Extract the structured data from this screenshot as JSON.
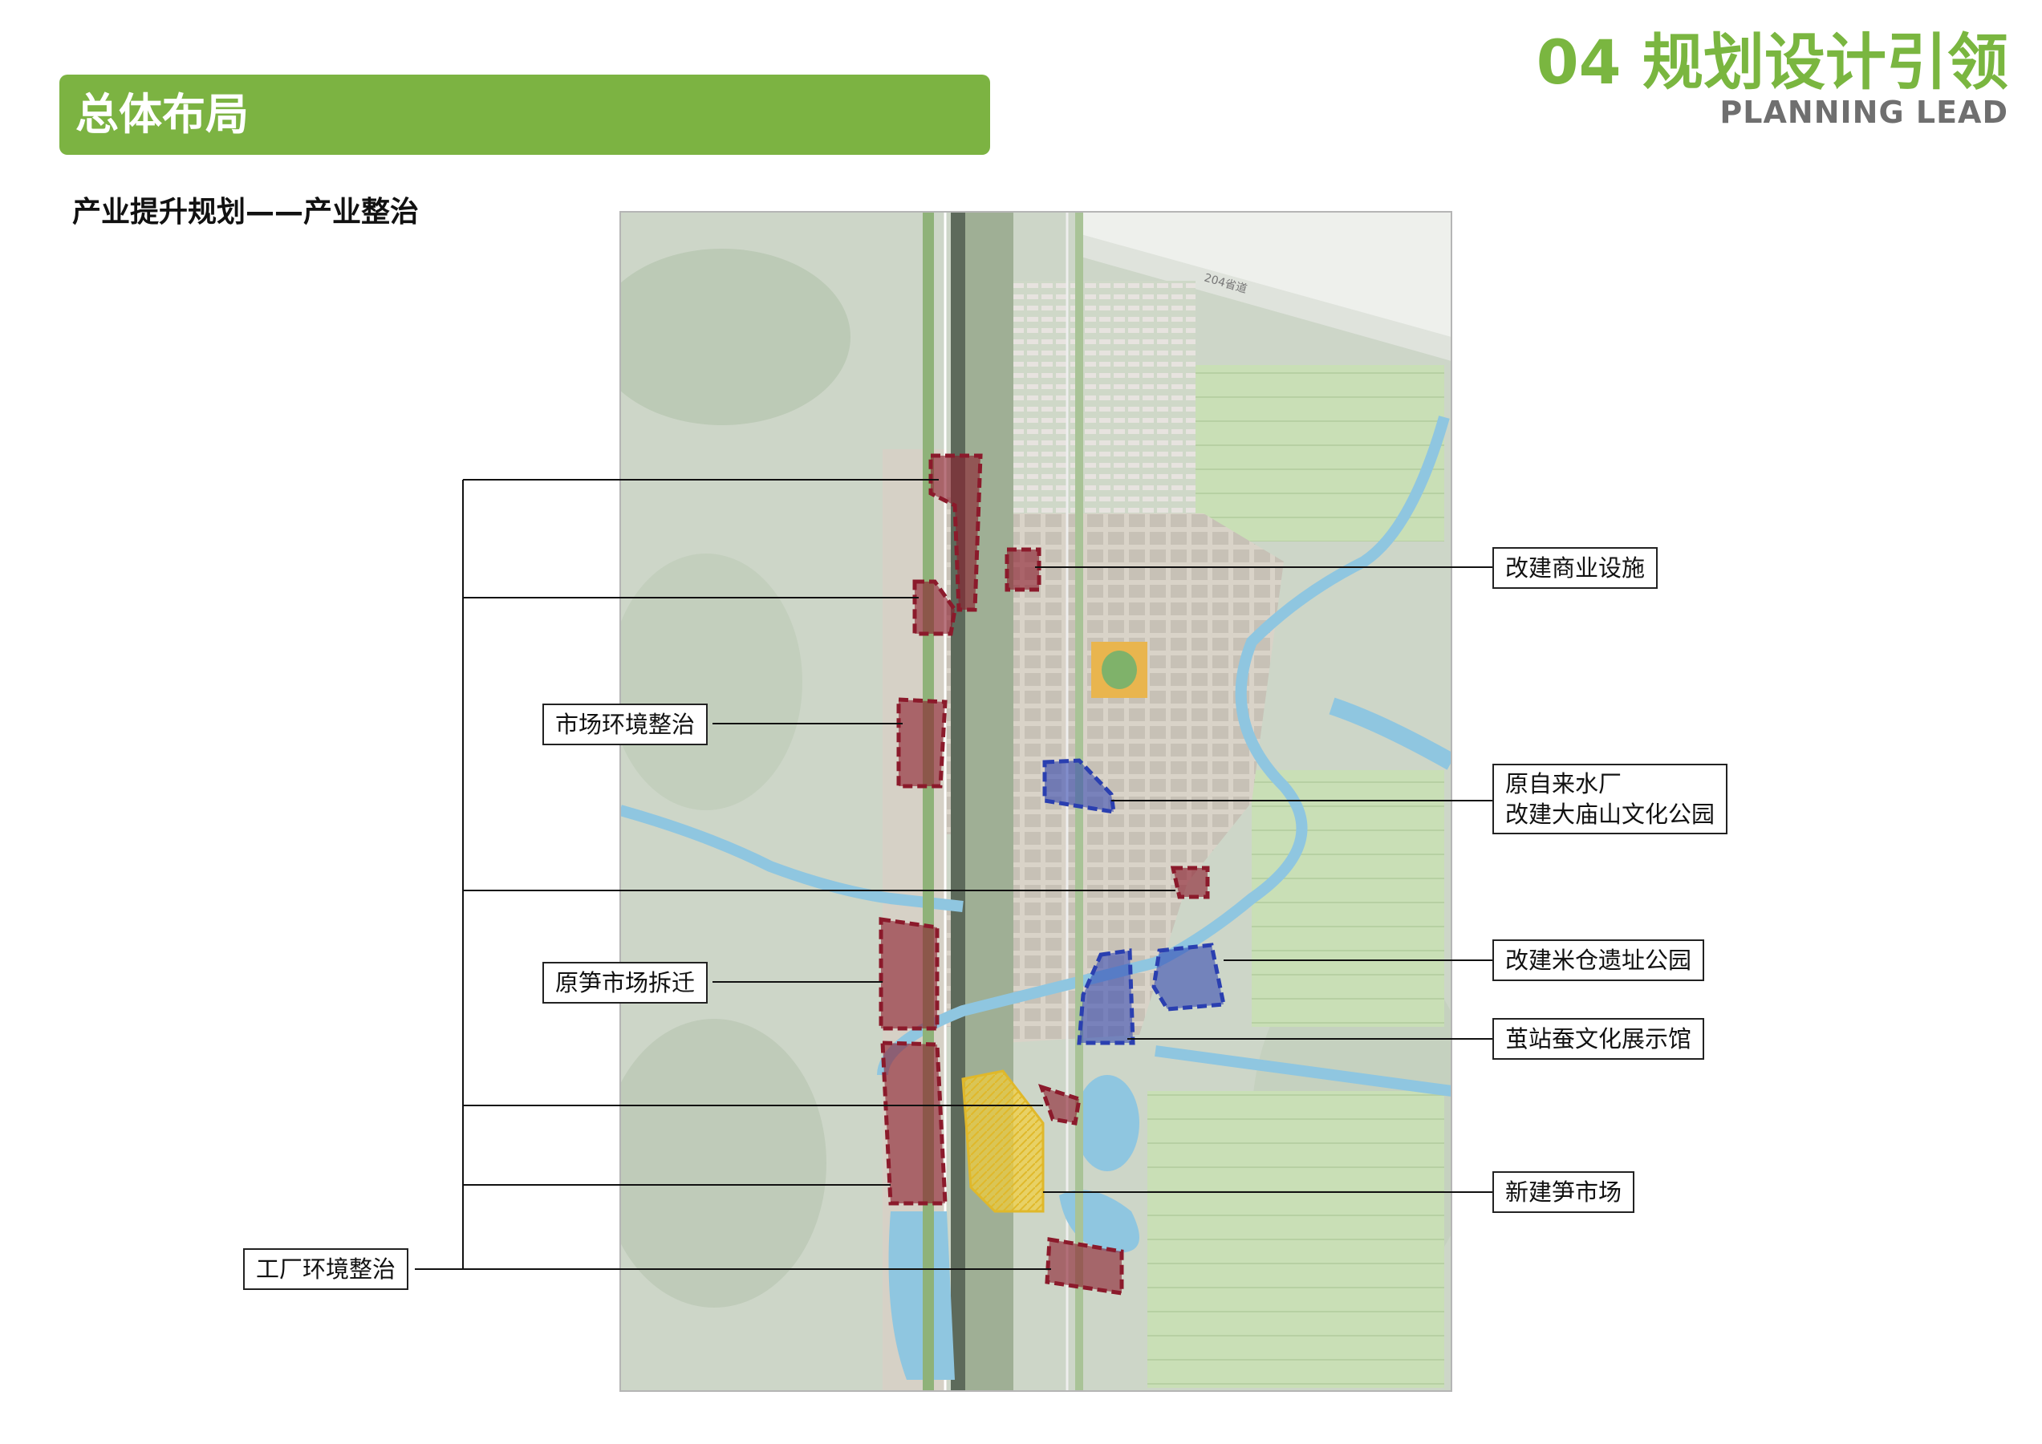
{
  "header": {
    "chapter_title": "04 规划设计引领",
    "chapter_subtitle": "PLANNING LEAD",
    "section_title": "总体布局",
    "page_subtitle": "产业提升规划——产业整治"
  },
  "map": {
    "road_label": "204省道"
  },
  "labels": {
    "commercial": "改建商业设施",
    "market_env": "市场环境整治",
    "water_plant_line1": "原自来水厂",
    "water_plant_line2": "改建大庙山文化公园",
    "old_market": "原笋市场拆迁",
    "granary": "改建米仓遗址公园",
    "silk": "茧站蚕文化展示馆",
    "new_market": "新建笋市场",
    "factory": "工厂环境整治"
  },
  "colors": {
    "brand_green": "#7cb342",
    "renovation_red": "#8b1a2b",
    "culture_blue": "#2a3fb0",
    "new_yellow": "#f4cf3a",
    "water_blue": "#8fc6e0"
  }
}
